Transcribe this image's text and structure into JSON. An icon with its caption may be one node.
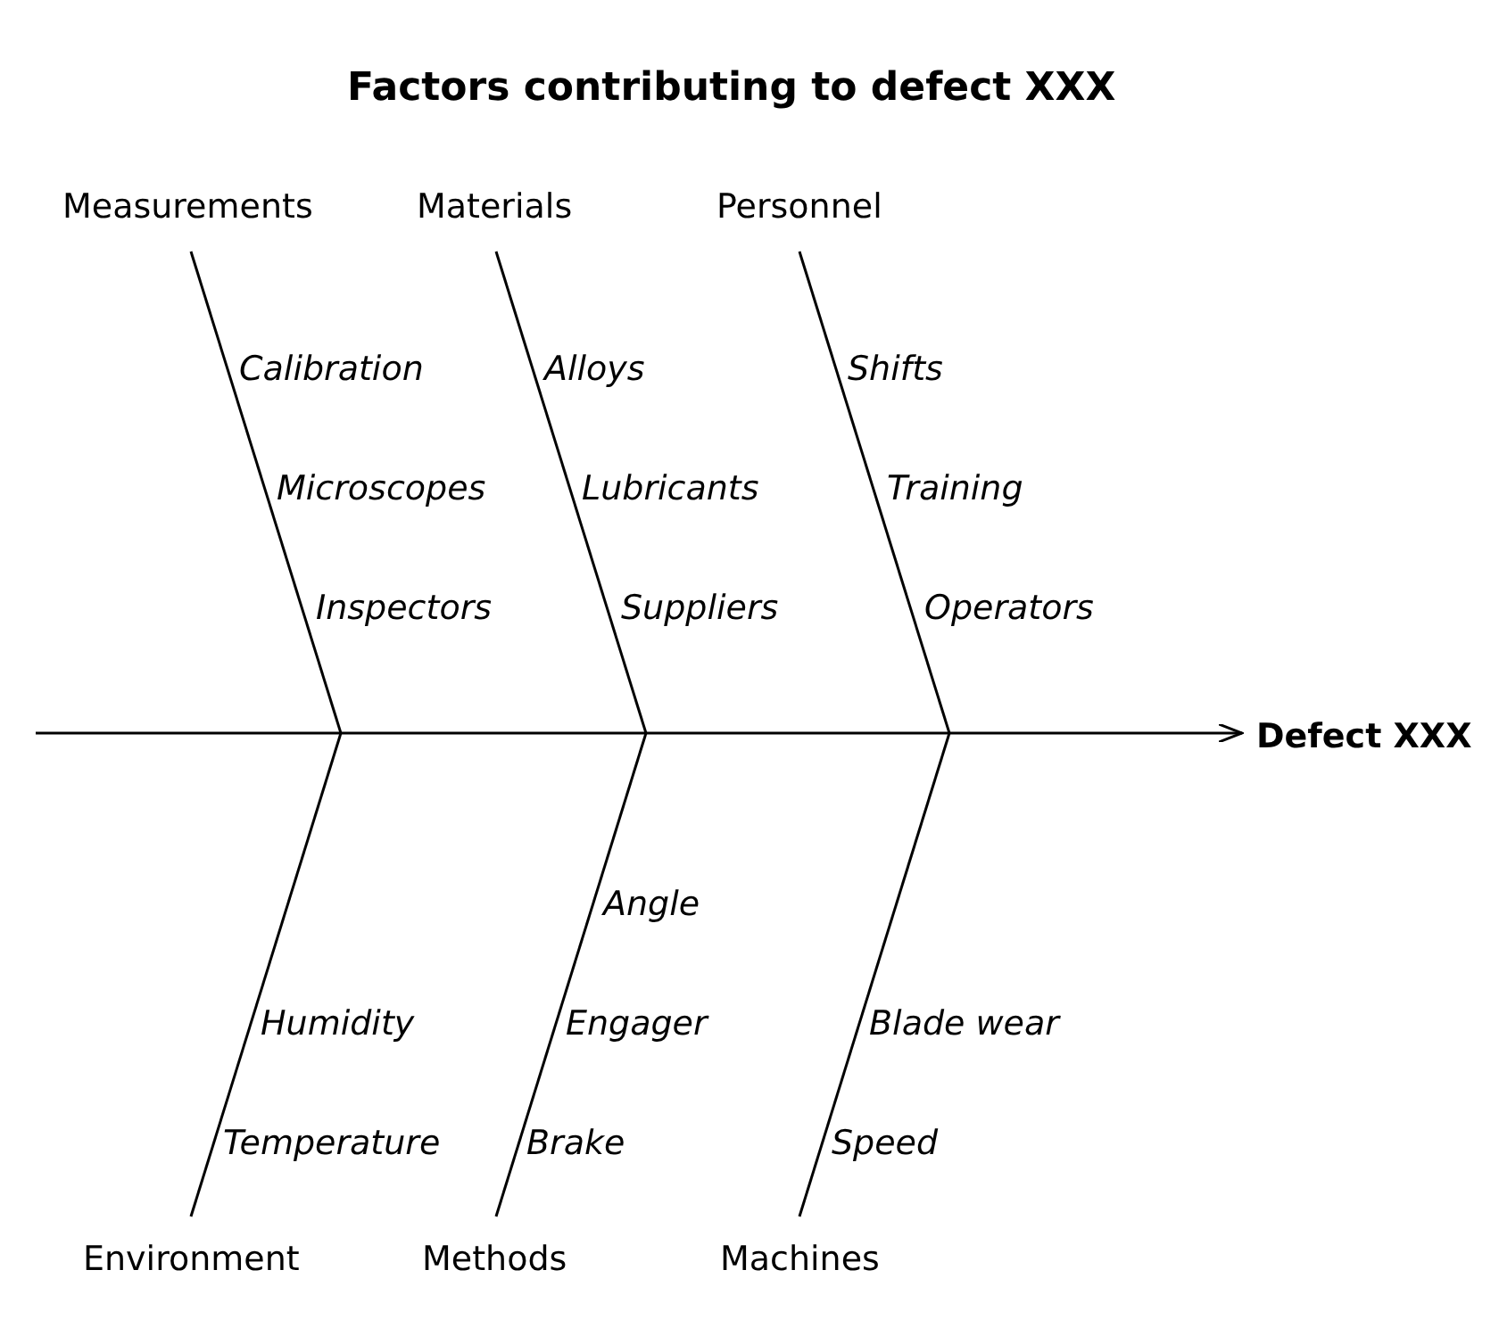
{
  "diagram": {
    "title": "Factors contributing to defect XXX",
    "nodes": [
      {
        "text": [
          "Measurements"
        ]
      },
      {
        "text": [
          "Materials"
        ]
      },
      {
        "text": [
          "Personnel"
        ]
      },
      {
        "text": [
          "Defect XXX"
        ]
      },
      {
        "text": [
          "Environment"
        ]
      },
      {
        "text": [
          "Methods"
        ]
      },
      {
        "text": [
          "Machines"
        ]
      }
    ],
    "edges": [
      {
        "from": null,
        "to": 3,
        "arrow": "to"
      },
      {
        "from": 0,
        "to": null,
        "arrow": "none"
      },
      {
        "from": 1,
        "to": null,
        "arrow": "none"
      },
      {
        "from": 2,
        "to": null,
        "arrow": "none"
      },
      {
        "from": 4,
        "to": null,
        "arrow": "none"
      },
      {
        "from": 5,
        "to": null,
        "arrow": "none"
      },
      {
        "from": 6,
        "to": null,
        "arrow": "none"
      }
    ],
    "labels": [
      "Calibration",
      "Alloys",
      "Shifts",
      "Microscopes",
      "Lubricants",
      "Training",
      "Inspectors",
      "Suppliers",
      "Operators",
      "Angle",
      "Humidity",
      "Engager",
      "Blade wear",
      "Temperature",
      "Brake",
      "Speed"
    ]
  }
}
